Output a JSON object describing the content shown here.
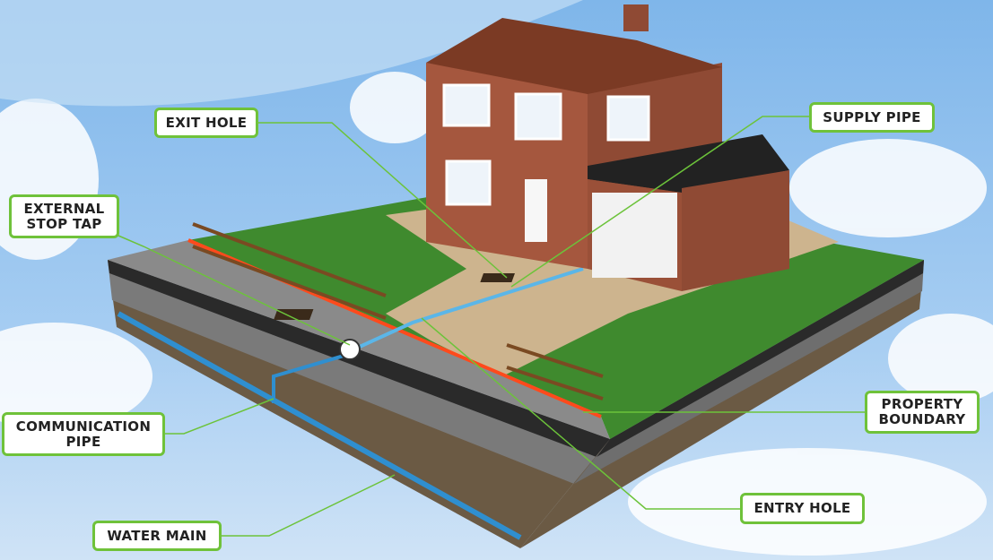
{
  "title": "Water supply pipe diagram",
  "colors": {
    "label_border": "#6fc23a",
    "leader_line": "#6cc33a",
    "water_pipe": "#2f8fd0",
    "boundary": "#ff4a1c"
  },
  "labels": {
    "exit_hole": "EXIT HOLE",
    "supply_pipe": "SUPPLY PIPE",
    "external_stop_tap_1": "EXTERNAL",
    "external_stop_tap_2": "STOP TAP",
    "communication_pipe_1": "COMMUNICATION",
    "communication_pipe_2": "PIPE",
    "water_main": "WATER MAIN",
    "property_boundary_1": "PROPERTY",
    "property_boundary_2": "BOUNDARY",
    "entry_hole": "ENTRY HOLE"
  }
}
